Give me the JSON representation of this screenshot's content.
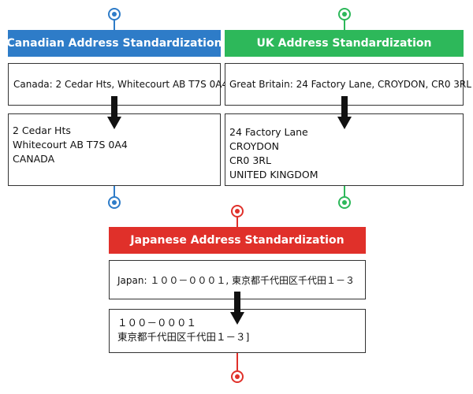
{
  "colors": {
    "canada": "#2e7cc8",
    "uk": "#2db85a",
    "japan": "#e0302a",
    "border": "#333333",
    "arrow": "#111111"
  },
  "canada": {
    "title": "Canadian Address Standardization",
    "input": "Canada: 2 Cedar Hts, Whitecourt AB T7S 0A4",
    "output": [
      "2 Cedar Hts",
      "Whitecourt AB T7S 0A4",
      "CANADA"
    ]
  },
  "uk": {
    "title": "UK Address Standardization",
    "input": "Great Britain: 24 Factory Lane, CROYDON, CR0 3RL",
    "output": [
      "24 Factory Lane",
      "CROYDON",
      "CR0 3RL",
      "UNITED KINGDOM"
    ]
  },
  "japan": {
    "title": "Japanese Address Standardization",
    "input": "Japan: １００－０００１, 東京都千代田区千代田１－３",
    "output": [
      "１００－０００１",
      "東京都千代田区千代田１－３]"
    ]
  }
}
